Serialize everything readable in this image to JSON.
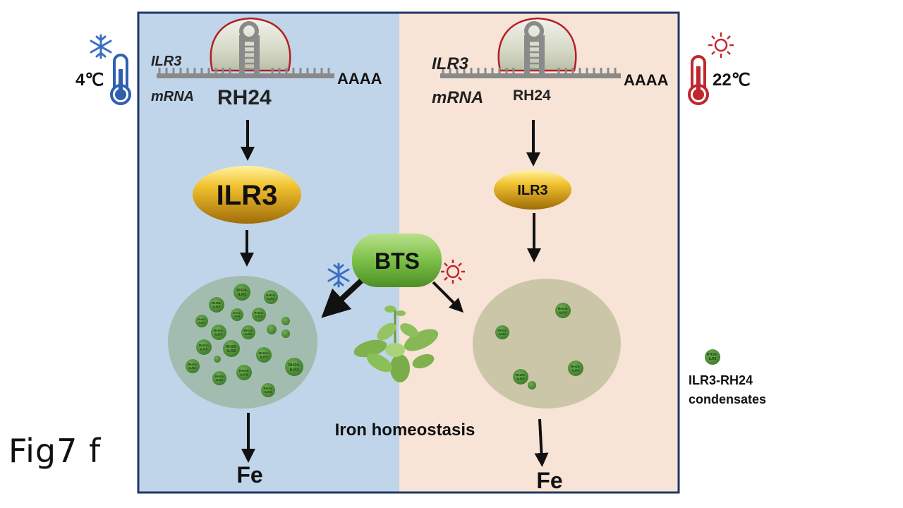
{
  "left": {
    "temperature": "4℃",
    "gene": "ILR3",
    "mrna": "mRNA",
    "helicase": "RH24",
    "polyA": "AAAA",
    "protein": "ILR3",
    "output": "Fe",
    "condensate_label": "RH24-\nILR3",
    "condensate_count": 20
  },
  "right": {
    "temperature": "22℃",
    "gene": "ILR3",
    "mrna": "mRNA",
    "helicase": "RH24",
    "polyA": "AAAA",
    "protein": "ILR3",
    "output": "Fe",
    "condensate_label": "RH24-\nILR3",
    "condensate_count": 5
  },
  "center": {
    "regulator": "BTS",
    "process": "Iron homeostasis"
  },
  "legend": {
    "line1": "ILR3-RH24",
    "line2": "condensates",
    "icon_label": "RH24-\nILR3"
  },
  "figure_label": "Fig7 f",
  "colors": {
    "cold_panel": "#c0d5ea",
    "warm_panel": "#f8e3d7",
    "frame": "#1f3864",
    "condensate": "#4f8a3a",
    "cold_icon": "#2f5faf",
    "warm_icon": "#c0272d"
  },
  "icons": [
    "snowflake-icon",
    "sun-icon",
    "thermometer-cold-icon",
    "thermometer-hot-icon",
    "plant-icon"
  ]
}
